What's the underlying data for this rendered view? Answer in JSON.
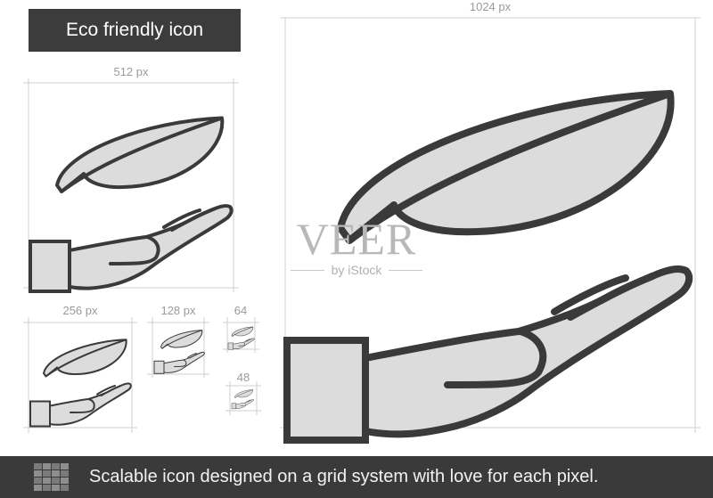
{
  "title": "Eco friendly icon",
  "sizes": {
    "s1024": "1024 px",
    "s512": "512 px",
    "s256": "256 px",
    "s128": "128 px",
    "s64": "64",
    "s48": "48"
  },
  "watermark": {
    "main": "VEER",
    "sub": "by iStock"
  },
  "footer": {
    "text": "Scalable icon designed on a grid system with love for each pixel."
  },
  "icon": {
    "name": "eco-hand-leaf-icon",
    "stroke_color": "#3a3a3a",
    "fill_color": "#dcdcdc"
  },
  "colors": {
    "title_bg": "#3c3c3c",
    "footer_bg": "#3a3a3a",
    "label_gray": "#9a9a9a"
  }
}
